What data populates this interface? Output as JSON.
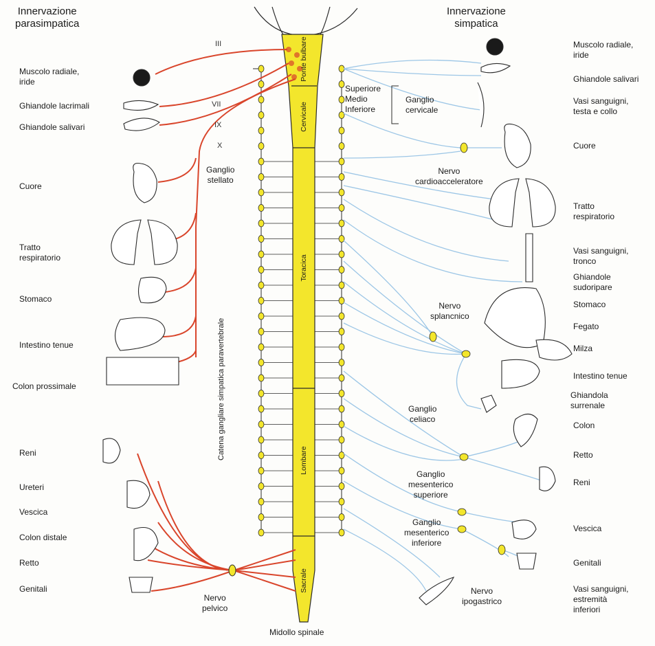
{
  "headings": {
    "parasympathetic": "Innervazione\nparasimpatica",
    "sympathetic": "Innervazione\nsimpatica"
  },
  "cranial_nerves": [
    "III",
    "VII",
    "IX",
    "X"
  ],
  "spine_segments": {
    "pons": "Ponte bulbare",
    "cervical": "Cervicale",
    "thoracic": "Toracica",
    "lumbar": "Lombare",
    "sacral": "Sacrale"
  },
  "chain_label": "Catena gangliare simpatica paravertebrale",
  "spinal_cord": "Midollo spinale",
  "left_organs": {
    "iris": "Muscolo radiale,\niride",
    "lacrimal": "Ghiandole lacrimali",
    "salivary": "Ghiandole salivari",
    "heart": "Cuore",
    "respiratory": "Tratto\nrespiratorio",
    "stomach": "Stomaco",
    "small_intestine": "Intestino tenue",
    "proximal_colon": "Colon prossimale",
    "kidneys": "Reni",
    "ureters": "Ureteri",
    "bladder": "Vescica",
    "distal_colon": "Colon distale",
    "rectum": "Retto",
    "genitals": "Genitali"
  },
  "right_organs": {
    "iris": "Muscolo radiale,\niride",
    "salivary": "Ghiandole salivari",
    "head_vessels": "Vasi sanguigni,\ntesta e collo",
    "heart": "Cuore",
    "respiratory": "Tratto\nrespiratorio",
    "trunk_vessels": "Vasi sanguigni,\ntronco",
    "sweat_glands": "Ghiandole\nsudoripare",
    "stomach": "Stomaco",
    "liver": "Fegato",
    "spleen": "Milza",
    "small_intestine": "Intestino tenue",
    "adrenal": "Ghiandola\nsurrenale",
    "colon": "Colon",
    "rectum": "Retto",
    "kidneys": "Reni",
    "bladder": "Vescica",
    "genitals": "Genitali",
    "limb_vessels": "Vasi sanguigni,\nestremità\ninferiori"
  },
  "ganglia": {
    "stellate": "Ganglio\nstellato",
    "cervical_levels": "Superiore\nMedio\nInferiore",
    "cervical": "Ganglio\ncervicale",
    "cardioaccelerator": "Nervo\ncardioacceleratore",
    "splanchnic": "Nervo\nsplancnico",
    "celiac": "Ganglio\nceliaco",
    "superior_mesenteric": "Ganglio\nmesenterico\nsuperiore",
    "inferior_mesenteric": "Ganglio\nmesenterico\ninferiore",
    "hypogastric": "Nervo\nipogastrico",
    "pelvic": "Nervo\npelvico"
  },
  "colors": {
    "parasympathetic": "#d9452b",
    "sympathetic": "#9cc6e6",
    "spinal_cord": "#f3e62c",
    "ganglion": "#f3e62c",
    "nucleus": "#e0752b"
  }
}
